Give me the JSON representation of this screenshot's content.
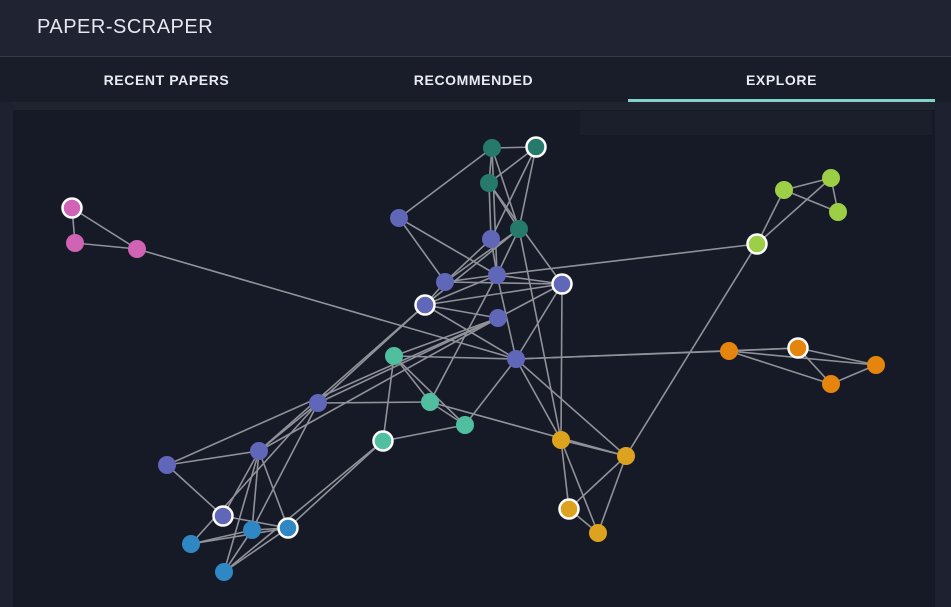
{
  "app": {
    "title": "PAPER-SCRAPER"
  },
  "tabs": [
    {
      "label": "RECENT PAPERS",
      "active": false
    },
    {
      "label": "RECOMMENDED",
      "active": false
    },
    {
      "label": "EXPLORE",
      "active": true
    }
  ],
  "colors": {
    "accent": "#7fd3c8",
    "background": "#191d2a",
    "edge": "#8f9299",
    "clusters": {
      "pink": "#d163b4",
      "green_dark": "#267a6c",
      "purple": "#6066b8",
      "lime": "#9ccf45",
      "orange": "#e6850e",
      "teal": "#4fbf9f",
      "gold": "#dda21e",
      "blue": "#2f88c4"
    }
  },
  "graph": {
    "nodes": [
      {
        "id": "p1",
        "cluster": "pink",
        "highlighted": true
      },
      {
        "id": "p2",
        "cluster": "pink",
        "highlighted": false
      },
      {
        "id": "p3",
        "cluster": "pink",
        "highlighted": false
      },
      {
        "id": "g1",
        "cluster": "green_dark",
        "highlighted": false
      },
      {
        "id": "g2",
        "cluster": "green_dark",
        "highlighted": true
      },
      {
        "id": "g3",
        "cluster": "green_dark",
        "highlighted": false
      },
      {
        "id": "g4",
        "cluster": "green_dark",
        "highlighted": false
      },
      {
        "id": "u1",
        "cluster": "purple",
        "highlighted": false
      },
      {
        "id": "u2",
        "cluster": "purple",
        "highlighted": false
      },
      {
        "id": "u3",
        "cluster": "purple",
        "highlighted": false
      },
      {
        "id": "u4",
        "cluster": "purple",
        "highlighted": true
      },
      {
        "id": "u5",
        "cluster": "purple",
        "highlighted": false
      },
      {
        "id": "u6",
        "cluster": "purple",
        "highlighted": true
      },
      {
        "id": "u7",
        "cluster": "purple",
        "highlighted": false
      },
      {
        "id": "u8",
        "cluster": "purple",
        "highlighted": false
      },
      {
        "id": "u9",
        "cluster": "purple",
        "highlighted": false
      },
      {
        "id": "u10",
        "cluster": "purple",
        "highlighted": false
      },
      {
        "id": "u11",
        "cluster": "purple",
        "highlighted": false
      },
      {
        "id": "u12",
        "cluster": "purple",
        "highlighted": true
      },
      {
        "id": "l1",
        "cluster": "lime",
        "highlighted": false
      },
      {
        "id": "l2",
        "cluster": "lime",
        "highlighted": false
      },
      {
        "id": "l3",
        "cluster": "lime",
        "highlighted": false
      },
      {
        "id": "l4",
        "cluster": "lime",
        "highlighted": true
      },
      {
        "id": "o1",
        "cluster": "orange",
        "highlighted": false
      },
      {
        "id": "o2",
        "cluster": "orange",
        "highlighted": true
      },
      {
        "id": "o3",
        "cluster": "orange",
        "highlighted": false
      },
      {
        "id": "o4",
        "cluster": "orange",
        "highlighted": false
      },
      {
        "id": "t1",
        "cluster": "teal",
        "highlighted": false
      },
      {
        "id": "t2",
        "cluster": "teal",
        "highlighted": false
      },
      {
        "id": "t3",
        "cluster": "teal",
        "highlighted": false
      },
      {
        "id": "t4",
        "cluster": "teal",
        "highlighted": true
      },
      {
        "id": "y1",
        "cluster": "gold",
        "highlighted": false
      },
      {
        "id": "y2",
        "cluster": "gold",
        "highlighted": false
      },
      {
        "id": "y3",
        "cluster": "gold",
        "highlighted": true
      },
      {
        "id": "y4",
        "cluster": "gold",
        "highlighted": false
      },
      {
        "id": "b1",
        "cluster": "blue",
        "highlighted": false
      },
      {
        "id": "b2",
        "cluster": "blue",
        "highlighted": false
      },
      {
        "id": "b3",
        "cluster": "blue",
        "highlighted": true
      },
      {
        "id": "b4",
        "cluster": "blue",
        "highlighted": false
      }
    ],
    "edges": [
      [
        "p1",
        "p2"
      ],
      [
        "p1",
        "p3"
      ],
      [
        "p2",
        "p3"
      ],
      [
        "p3",
        "u7"
      ],
      [
        "g1",
        "g2"
      ],
      [
        "g1",
        "g3"
      ],
      [
        "g1",
        "g4"
      ],
      [
        "g2",
        "g3"
      ],
      [
        "g2",
        "g4"
      ],
      [
        "g3",
        "g4"
      ],
      [
        "g1",
        "u1"
      ],
      [
        "g1",
        "u5"
      ],
      [
        "g3",
        "u2"
      ],
      [
        "g3",
        "u4"
      ],
      [
        "g4",
        "u3"
      ],
      [
        "g4",
        "u5"
      ],
      [
        "g4",
        "u6"
      ],
      [
        "g4",
        "y1"
      ],
      [
        "g2",
        "u2"
      ],
      [
        "u1",
        "u3"
      ],
      [
        "u1",
        "u5"
      ],
      [
        "u2",
        "u5"
      ],
      [
        "u2",
        "u3"
      ],
      [
        "u3",
        "u4"
      ],
      [
        "u3",
        "u5"
      ],
      [
        "u3",
        "u6"
      ],
      [
        "u4",
        "u5"
      ],
      [
        "u4",
        "u6"
      ],
      [
        "u4",
        "u7"
      ],
      [
        "u4",
        "u9"
      ],
      [
        "u4",
        "y1"
      ],
      [
        "u5",
        "u6"
      ],
      [
        "u5",
        "u7"
      ],
      [
        "u5",
        "t2"
      ],
      [
        "u6",
        "u7"
      ],
      [
        "u6",
        "u8"
      ],
      [
        "u6",
        "u9"
      ],
      [
        "u6",
        "u10"
      ],
      [
        "u7",
        "t1"
      ],
      [
        "u7",
        "y1"
      ],
      [
        "u7",
        "y2"
      ],
      [
        "u7",
        "o1"
      ],
      [
        "u7",
        "o2"
      ],
      [
        "u8",
        "u9"
      ],
      [
        "u8",
        "u10"
      ],
      [
        "u8",
        "b1"
      ],
      [
        "u8",
        "b2"
      ],
      [
        "u9",
        "u10"
      ],
      [
        "u9",
        "u11"
      ],
      [
        "u9",
        "t1"
      ],
      [
        "u10",
        "u11"
      ],
      [
        "u10",
        "u12"
      ],
      [
        "u10",
        "b2"
      ],
      [
        "u10",
        "b3"
      ],
      [
        "u10",
        "b4"
      ],
      [
        "u11",
        "u12"
      ],
      [
        "u12",
        "b3"
      ],
      [
        "u5",
        "l4"
      ],
      [
        "l1",
        "l2"
      ],
      [
        "l1",
        "l3"
      ],
      [
        "l1",
        "l4"
      ],
      [
        "l2",
        "l3"
      ],
      [
        "l2",
        "l4"
      ],
      [
        "l4",
        "y2"
      ],
      [
        "o1",
        "o2"
      ],
      [
        "o1",
        "o3"
      ],
      [
        "o1",
        "o4"
      ],
      [
        "o2",
        "o3"
      ],
      [
        "o2",
        "o4"
      ],
      [
        "o3",
        "o4"
      ],
      [
        "t1",
        "t2"
      ],
      [
        "t1",
        "t3"
      ],
      [
        "t1",
        "t4"
      ],
      [
        "t2",
        "t3"
      ],
      [
        "t2",
        "y2"
      ],
      [
        "t2",
        "u8"
      ],
      [
        "t3",
        "t4"
      ],
      [
        "t3",
        "u7"
      ],
      [
        "t4",
        "b3"
      ],
      [
        "t4",
        "b4"
      ],
      [
        "y1",
        "y2"
      ],
      [
        "y1",
        "y3"
      ],
      [
        "y1",
        "y4"
      ],
      [
        "y2",
        "y3"
      ],
      [
        "y2",
        "y4"
      ],
      [
        "y3",
        "y4"
      ],
      [
        "b1",
        "b2"
      ],
      [
        "b1",
        "b3"
      ],
      [
        "b2",
        "b4"
      ],
      [
        "b2",
        "b3"
      ],
      [
        "b3",
        "b4"
      ]
    ]
  }
}
